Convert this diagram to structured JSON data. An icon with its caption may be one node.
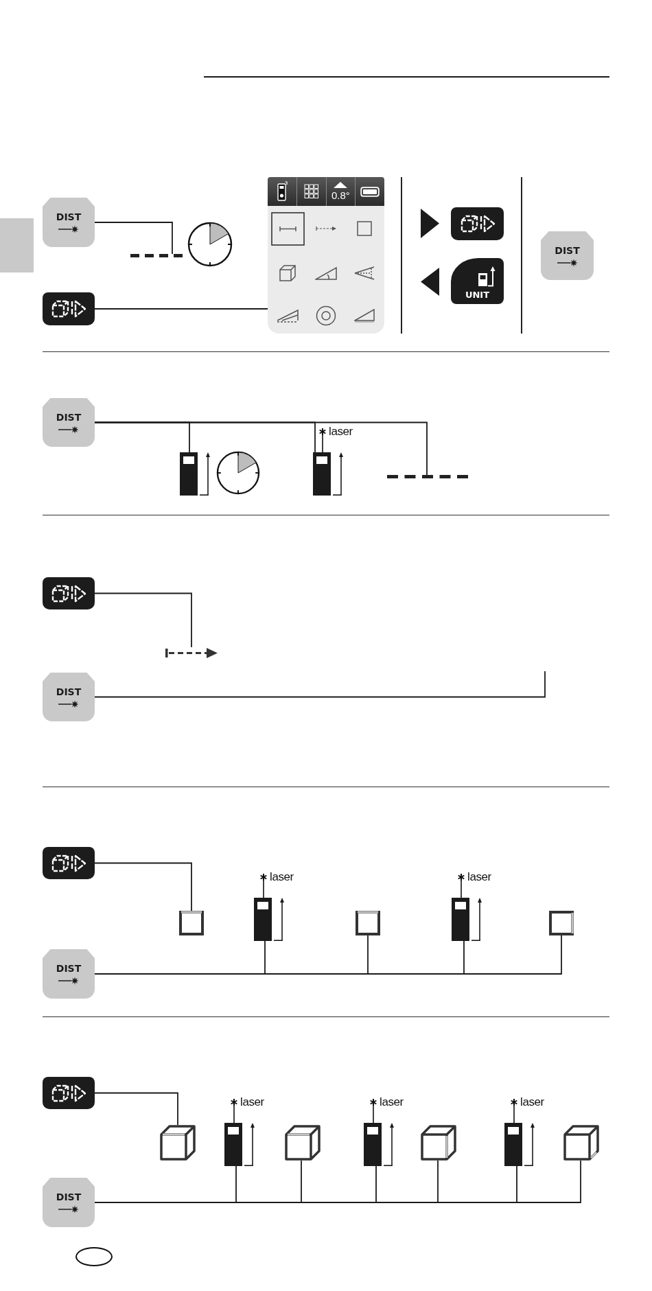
{
  "diagram": {
    "nodes": [
      {
        "text": [
          "DIST"
        ]
      },
      {
        "text": [],
        "shape": "line"
      },
      {
        "text": [],
        "shape": "button"
      },
      {
        "text": [
          "0.8°"
        ]
      },
      {
        "text": [],
        "shape": "button"
      },
      {
        "text": [
          "UNIT"
        ]
      },
      {
        "text": [
          "DIST"
        ]
      },
      {
        "text": [
          "DIST"
        ]
      },
      {
        "text": [],
        "shape": "picture"
      },
      {
        "text": [],
        "shape": "picture",
        "beside": [
          "laser"
        ]
      },
      {
        "text": [],
        "shape": "line"
      },
      {
        "text": [],
        "shape": "button"
      },
      {
        "text": [],
        "shape": "arrow"
      },
      {
        "text": [
          "DIST"
        ]
      },
      {
        "text": [],
        "shape": "button"
      },
      {
        "text": [],
        "shape": "square"
      },
      {
        "text": [],
        "shape": "picture",
        "beside": [
          "laser"
        ]
      },
      {
        "text": [],
        "shape": "square"
      },
      {
        "text": [],
        "shape": "picture",
        "beside": [
          "laser"
        ]
      },
      {
        "text": [],
        "shape": "square"
      },
      {
        "text": [
          "DIST"
        ]
      },
      {
        "text": [],
        "shape": "button"
      },
      {
        "text": [],
        "shape": "cube"
      },
      {
        "text": [],
        "shape": "picture",
        "beside": [
          "laser"
        ]
      },
      {
        "text": [],
        "shape": "cube"
      },
      {
        "text": [],
        "shape": "picture",
        "beside": [
          "laser"
        ]
      },
      {
        "text": [],
        "shape": "cube"
      },
      {
        "text": [],
        "shape": "picture",
        "beside": [
          "laser"
        ]
      },
      {
        "text": [],
        "shape": "cube"
      },
      {
        "text": [
          "DIST"
        ]
      },
      {
        "text": [],
        "shape": "bar"
      }
    ],
    "edges": [
      {
        "from": 0,
        "to": 1,
        "arrow": "none"
      },
      {
        "from": 2,
        "to": 3,
        "arrow": "none"
      },
      {
        "from": 7,
        "to": 8,
        "arrow": "none"
      },
      {
        "from": 7,
        "to": 9,
        "arrow": "none"
      },
      {
        "from": 7,
        "to": 10,
        "arrow": "none"
      },
      {
        "from": 11,
        "to": 12,
        "arrow": "none"
      },
      {
        "from": 13,
        "to": null,
        "arrow": "none"
      },
      {
        "from": 14,
        "to": 15,
        "arrow": "none"
      },
      {
        "from": 20,
        "to": 16,
        "arrow": "none"
      },
      {
        "from": 20,
        "to": 17,
        "arrow": "none"
      },
      {
        "from": 20,
        "to": 18,
        "arrow": "none"
      },
      {
        "from": 20,
        "to": 19,
        "arrow": "none"
      },
      {
        "from": 21,
        "to": 22,
        "arrow": "none"
      },
      {
        "from": 29,
        "to": 23,
        "arrow": "none"
      },
      {
        "from": 29,
        "to": 24,
        "arrow": "none"
      },
      {
        "from": 29,
        "to": 25,
        "arrow": "none"
      },
      {
        "from": 29,
        "to": 26,
        "arrow": "none"
      },
      {
        "from": 29,
        "to": 27,
        "arrow": "none"
      },
      {
        "from": 29,
        "to": 28,
        "arrow": "none"
      }
    ]
  }
}
